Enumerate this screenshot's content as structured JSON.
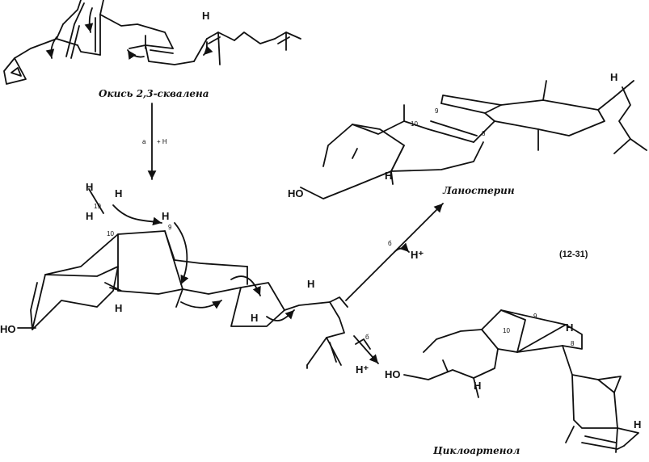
{
  "labels": {
    "squalene_oxide": "Окись 2,3-сквалена",
    "lanosterol": "Ланостерин",
    "cycloartenol": "Циклоартенол",
    "equation_number": "(12-31)"
  },
  "step_labels": {
    "step_a": "a",
    "step_a_plus_h": "+ H",
    "step_b1": "б",
    "step_b2": "б"
  },
  "atoms": {
    "H": "H",
    "H_plus": "H⁺",
    "HO": "HO",
    "HO_bold": "HO"
  },
  "atom_numbers": {
    "n9": "9",
    "n10": "10",
    "n8": "8",
    "n19": "19"
  }
}
